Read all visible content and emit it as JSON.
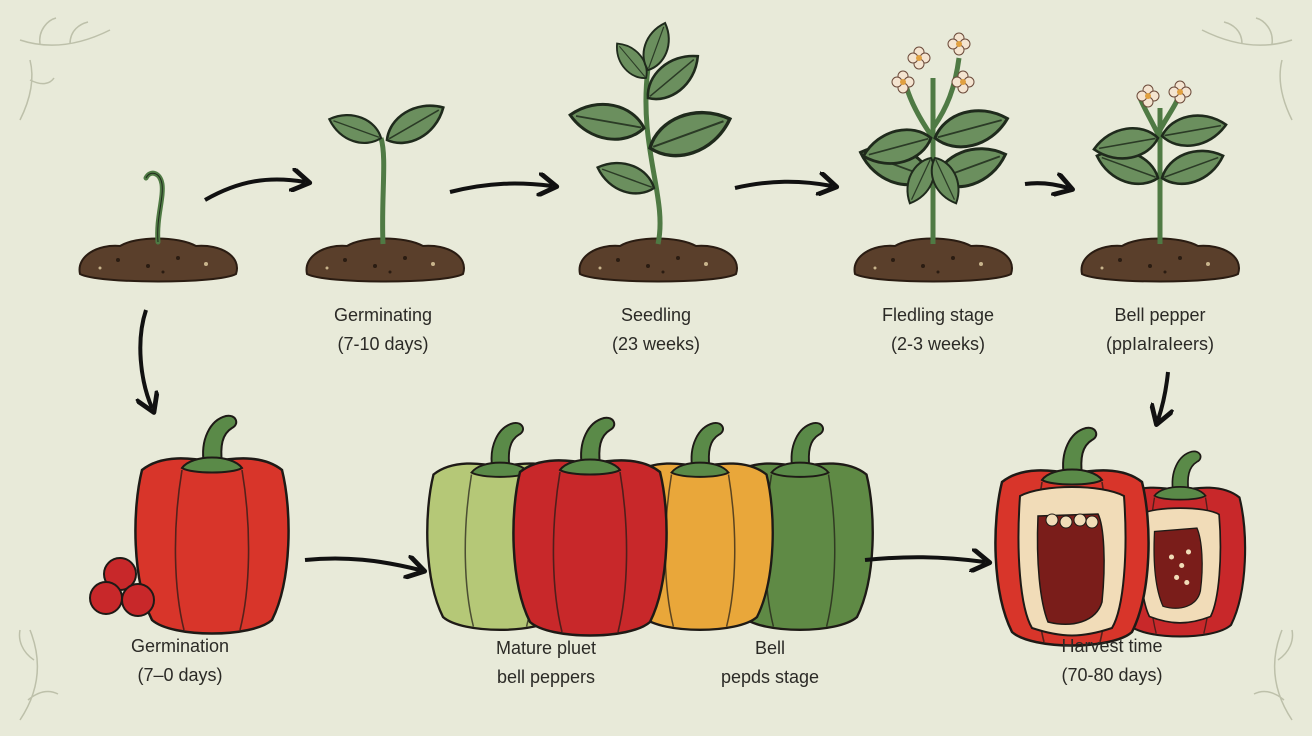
{
  "stages_top": [
    {
      "line1": "Germinating",
      "line2": "(7-10 days)"
    },
    {
      "line1": "Seedling",
      "line2": "(23 weeks)"
    },
    {
      "line1": "Fledling stage",
      "line2": "(2-3 weeks)"
    },
    {
      "line1": "Bell pepper",
      "line2": "(ppIaIraIeers)"
    }
  ],
  "stages_bottom": [
    {
      "line1": "Germination",
      "line2": "(7–0 days)"
    },
    {
      "line1": "Mature pluet",
      "line2": "bell peppers"
    },
    {
      "line1": "Bell",
      "line2": "pepds stage"
    },
    {
      "line1": "Harvest time",
      "line2": "(70-80 days)"
    }
  ],
  "colors": {
    "background": "#e8ead9",
    "soil": "#5a3f2b",
    "leaf": "#6b8f5e",
    "stem": "#4f7a44",
    "pepper_red": "#d8352a",
    "pepper_yellow": "#e9a73a",
    "pepper_green": "#5f8a45",
    "pepper_lightgreen": "#b5c877"
  }
}
